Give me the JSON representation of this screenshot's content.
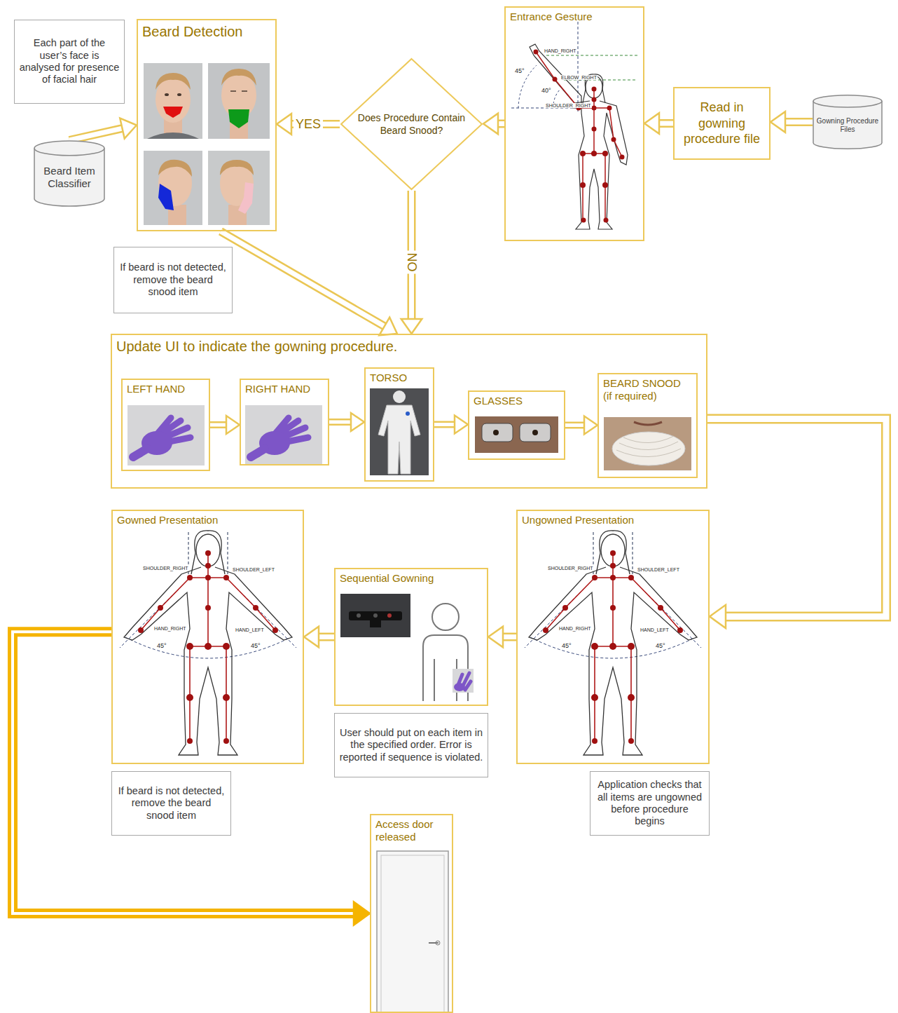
{
  "diagram": {
    "nodes": [
      {
        "text": [
          "Each part of the user’s face is analysed for presence of facial hair"
        ]
      },
      {
        "text": [
          "Beard Detection"
        ]
      },
      {
        "text": [
          "Beard Item Classifier"
        ]
      },
      {
        "text": [
          "Does Procedure Contain Beard Snood?"
        ]
      },
      {
        "text": [
          "Entrance Gesture"
        ]
      },
      {
        "text": [
          "Read in gowning procedure file"
        ]
      },
      {
        "text": [
          "Gowning Procedure Files"
        ]
      },
      {
        "text": [
          "If beard is not detected, remove the beard snood item"
        ]
      },
      {
        "text": [
          "Update UI to indicate the gowning procedure."
        ]
      },
      {
        "text": [
          "LEFT HAND"
        ],
        "in": 8
      },
      {
        "text": [
          "RIGHT HAND"
        ],
        "in": 8
      },
      {
        "text": [
          "TORSO"
        ],
        "in": 8
      },
      {
        "text": [
          "GLASSES"
        ],
        "in": 8
      },
      {
        "text": [
          "BEARD SNOOD (if required)"
        ],
        "in": 8
      },
      {
        "text": [
          "Gowned Presentation"
        ]
      },
      {
        "text": [
          "Sequential Gowning"
        ]
      },
      {
        "text": [
          "Ungowned Presentation"
        ]
      },
      {
        "text": [
          "If beard is not detected, remove the beard snood item"
        ]
      },
      {
        "text": [
          "User should put on each item in the specified order. Error is reported if sequence is violated."
        ]
      },
      {
        "text": [
          "Application checks that all items are ungowned before procedure begins"
        ]
      },
      {
        "text": [
          "Access door released"
        ]
      }
    ],
    "edges": [
      {
        "from": 6,
        "to": 5,
        "arrow": "to"
      },
      {
        "from": 5,
        "to": 4,
        "arrow": "to"
      },
      {
        "from": 4,
        "to": 3,
        "arrow": "to"
      },
      {
        "from": 3,
        "to": 1,
        "label": "YES",
        "arrow": "to"
      },
      {
        "from": 3,
        "to": 8,
        "label": "NO",
        "arrow": "to"
      },
      {
        "from": 2,
        "to": 1,
        "arrow": "to"
      },
      {
        "from": 1,
        "to": 8,
        "arrow": "to"
      },
      {
        "from": 9,
        "to": 10,
        "arrow": "to"
      },
      {
        "from": 10,
        "to": 11,
        "arrow": "to"
      },
      {
        "from": 11,
        "to": 12,
        "arrow": "to"
      },
      {
        "from": 12,
        "to": 13,
        "arrow": "to"
      },
      {
        "from": 8,
        "to": 16,
        "arrow": "to"
      },
      {
        "from": 16,
        "to": 15,
        "arrow": "to"
      },
      {
        "from": 15,
        "to": 14,
        "arrow": "to"
      },
      {
        "from": 14,
        "to": 20,
        "arrow": "to"
      }
    ],
    "labels": [
      "HAND_RIGHT",
      "ELBOW_RIGHT",
      "SHOULDER_RIGHT",
      "45°",
      "40°",
      "SHOULDER_RIGHT",
      "SHOULDER_LEFT",
      "HAND_RIGHT",
      "HAND_LEFT",
      "45°",
      "45°",
      "SHOULDER_RIGHT",
      "SHOULDER_LEFT",
      "HAND_RIGHT",
      "HAND_LEFT",
      "45°",
      "45°"
    ]
  }
}
